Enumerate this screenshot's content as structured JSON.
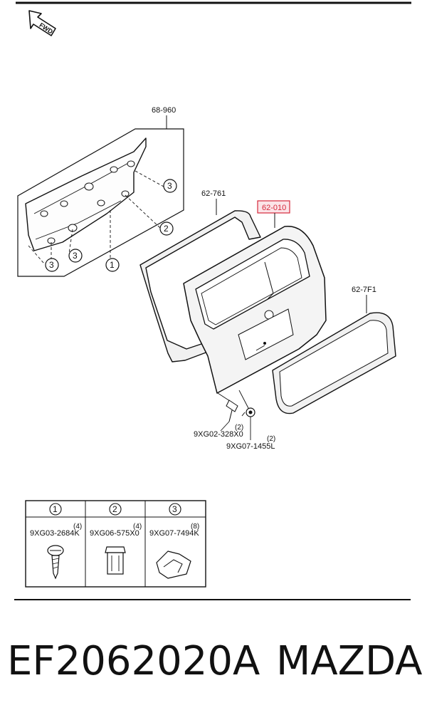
{
  "fwd_label": "FWD",
  "parts": {
    "trim": "68-960",
    "weatherstrip": "62-761",
    "liftgate": "62-010",
    "glass_seal": "62-7F1",
    "bolt_a": "9XG02-328X0",
    "bolt_b": "9XG07-1455L"
  },
  "quantities": {
    "bolt_a": "(2)",
    "bolt_b": "(2)"
  },
  "callouts": [
    "1",
    "2",
    "3"
  ],
  "fastener_table": [
    {
      "num": "1",
      "part": "9XG03-2684K",
      "qty": "(4)"
    },
    {
      "num": "2",
      "part": "9XG06-575X0",
      "qty": "(4)"
    },
    {
      "num": "3",
      "part": "9XG07-7494K",
      "qty": "(8)"
    }
  ],
  "highlight_color": "#d6283b",
  "footer": {
    "part_number": "EF2062020A",
    "brand": "MAZDA"
  }
}
